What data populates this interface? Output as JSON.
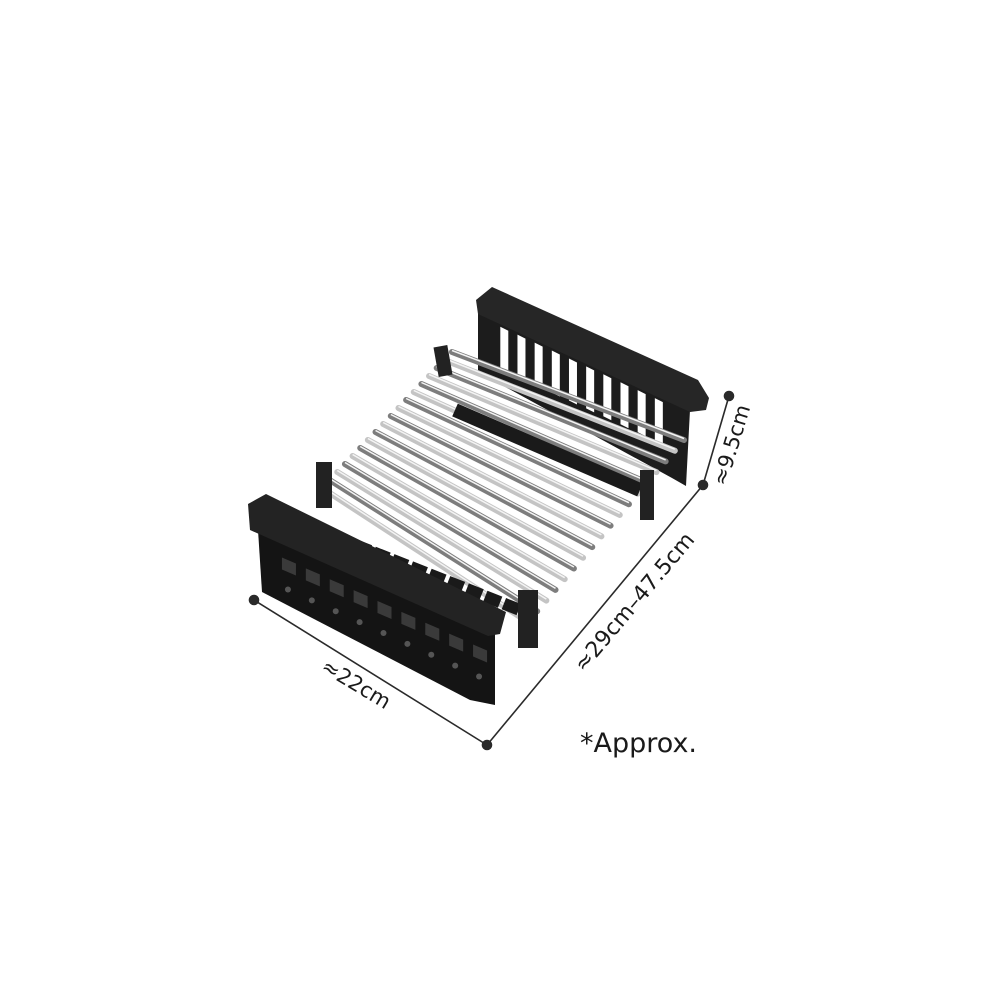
{
  "dimensions": {
    "width": "≈22cm",
    "length": "≈29cm–47.5cm",
    "height": "≈9.5cm"
  },
  "note": "*Approx.",
  "colors": {
    "frame": "#1c1c1c",
    "rod": "#9a9a9a",
    "dimension_line": "#2a2a2a"
  }
}
